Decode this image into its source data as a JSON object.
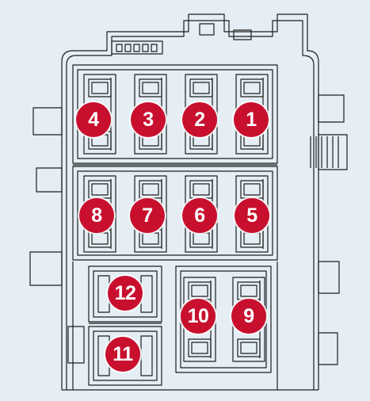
{
  "diagram": {
    "background_color": "#e4eef4",
    "line_color": "#1e1e1e",
    "marker_color": "#c8102e",
    "marker_text_color": "#ffffff",
    "fuse_markers": [
      "1",
      "2",
      "3",
      "4",
      "5",
      "6",
      "7",
      "8",
      "9",
      "10",
      "11",
      "12"
    ]
  }
}
